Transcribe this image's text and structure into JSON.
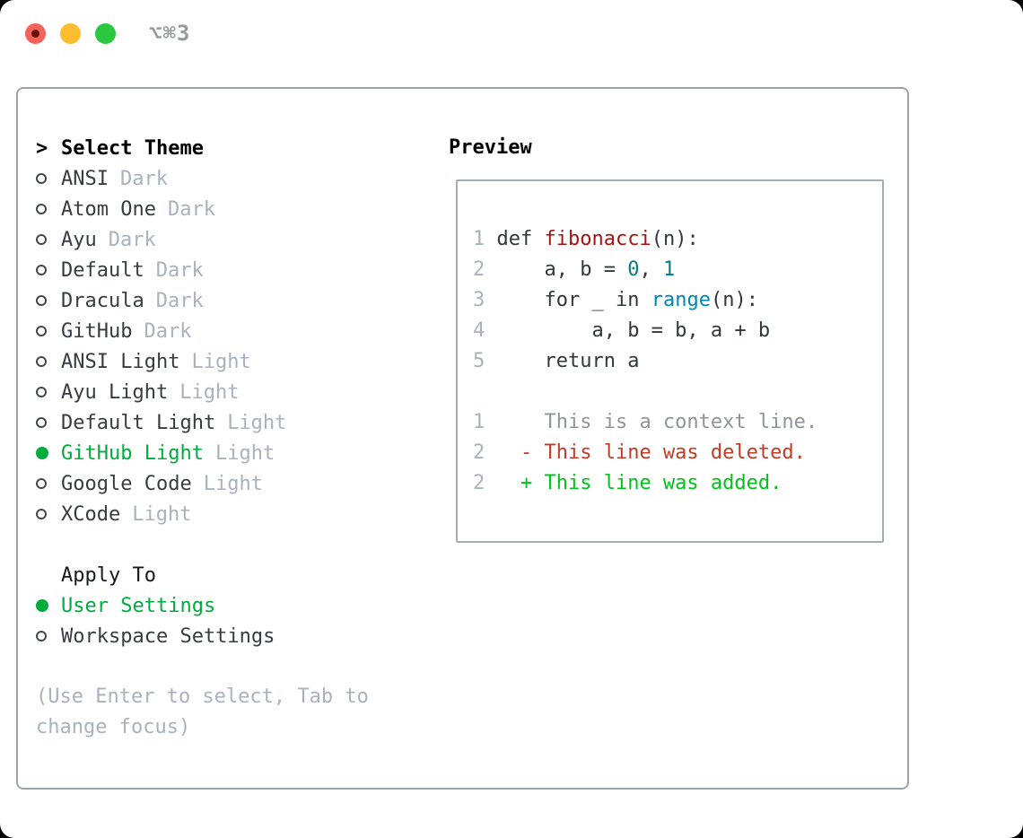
{
  "titlebar": {
    "shortcut": "⌥⌘3"
  },
  "colors": {
    "selection_green": "#00ac3c",
    "added_green": "#00c31a",
    "deleted_red": "#c53a24",
    "keyword": "#33373d",
    "plain": "#33373d",
    "function_red": "#a31512",
    "number_teal": "#008080",
    "builtin_blue": "#0086b3",
    "context_gray": "#8f9499",
    "line_number_gray": "#a9b2bd",
    "muted_gray": "#a9b2bd",
    "item_text": "#383c42",
    "panel_border": "#9aa2ad",
    "preview_border": "#a6adb7",
    "traffic_red": "#f5625a",
    "traffic_yellow": "#fcbd2f",
    "traffic_green": "#2bc840"
  },
  "theme_selector": {
    "title_prefix": ">",
    "title": "Select Theme",
    "items": [
      {
        "name": "ANSI",
        "variant": "Dark",
        "selected": false
      },
      {
        "name": "Atom One",
        "variant": "Dark",
        "selected": false
      },
      {
        "name": "Ayu",
        "variant": "Dark",
        "selected": false
      },
      {
        "name": "Default",
        "variant": "Dark",
        "selected": false
      },
      {
        "name": "Dracula",
        "variant": "Dark",
        "selected": false
      },
      {
        "name": "GitHub",
        "variant": "Dark",
        "selected": false
      },
      {
        "name": "ANSI Light",
        "variant": "Light",
        "selected": false
      },
      {
        "name": "Ayu Light",
        "variant": "Light",
        "selected": false
      },
      {
        "name": "Default Light",
        "variant": "Light",
        "selected": false
      },
      {
        "name": "GitHub Light",
        "variant": "Light",
        "selected": true
      },
      {
        "name": "Google Code",
        "variant": "Light",
        "selected": false
      },
      {
        "name": "XCode",
        "variant": "Light",
        "selected": false
      }
    ],
    "apply_to": {
      "title": "Apply To",
      "options": [
        {
          "name": "User Settings",
          "selected": true
        },
        {
          "name": "Workspace Settings",
          "selected": false
        }
      ]
    },
    "hint_lines": [
      "(Use Enter to select, Tab to",
      "change focus)"
    ]
  },
  "preview": {
    "title": "Preview",
    "lines": [
      {
        "num": "1",
        "segments": [
          {
            "text": "def ",
            "tok": "keyword"
          },
          {
            "text": "fibonacci",
            "tok": "title"
          },
          {
            "text": "(n):",
            "tok": "plain"
          }
        ]
      },
      {
        "num": "2",
        "segments": [
          {
            "text": "    a, b = ",
            "tok": "plain"
          },
          {
            "text": "0",
            "tok": "number"
          },
          {
            "text": ", ",
            "tok": "plain"
          },
          {
            "text": "1",
            "tok": "number"
          }
        ]
      },
      {
        "num": "3",
        "segments": [
          {
            "text": "    ",
            "tok": "plain"
          },
          {
            "text": "for",
            "tok": "keyword"
          },
          {
            "text": " _ ",
            "tok": "plain"
          },
          {
            "text": "in",
            "tok": "keyword"
          },
          {
            "text": " ",
            "tok": "plain"
          },
          {
            "text": "range",
            "tok": "builtin"
          },
          {
            "text": "(n):",
            "tok": "plain"
          }
        ]
      },
      {
        "num": "4",
        "segments": [
          {
            "text": "        a, b = b, a + b",
            "tok": "plain"
          }
        ]
      },
      {
        "num": "5",
        "segments": [
          {
            "text": "    ",
            "tok": "plain"
          },
          {
            "text": "return",
            "tok": "keyword"
          },
          {
            "text": " a",
            "tok": "plain"
          }
        ]
      },
      {
        "num": "",
        "segments": []
      },
      {
        "num": "1",
        "segments": [
          {
            "text": "    This is a context line.",
            "tok": "context"
          }
        ]
      },
      {
        "num": "2",
        "segments": [
          {
            "text": "  - This line was deleted.",
            "tok": "deleted"
          }
        ]
      },
      {
        "num": "2",
        "segments": [
          {
            "text": "  + This line was added.",
            "tok": "added"
          }
        ]
      }
    ]
  }
}
